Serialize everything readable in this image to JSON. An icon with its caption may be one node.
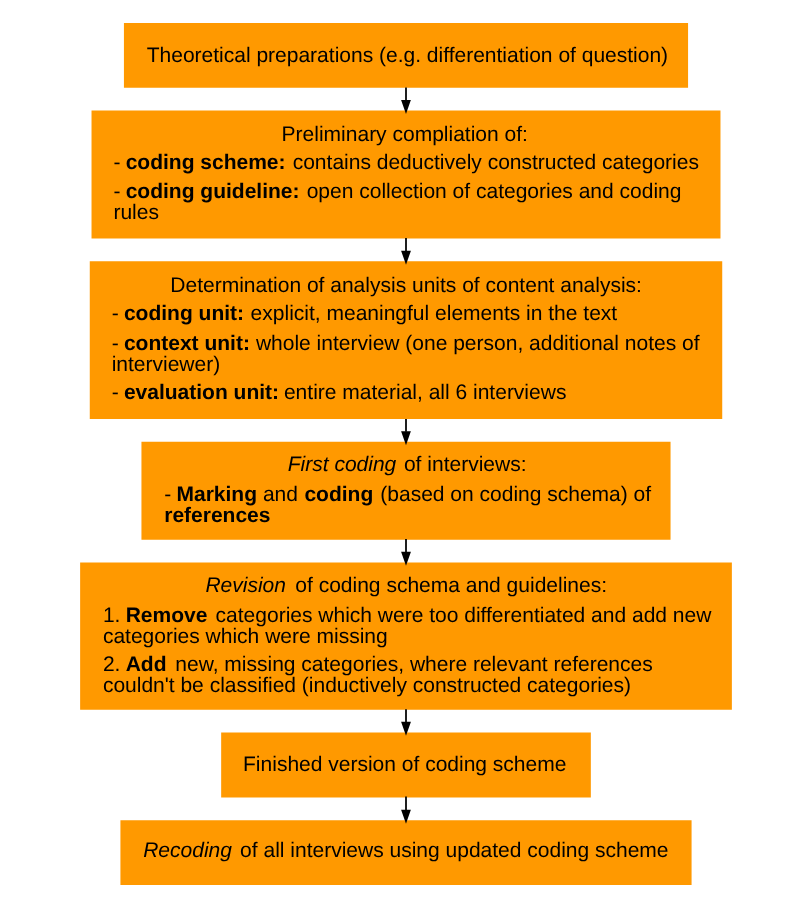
{
  "diagram": {
    "nodes": [
      {
        "text": [
          "Theoretical preparations (e.g. differentiation of question)"
        ]
      },
      {
        "text": [
          "Preliminary compliation of:",
          "- **coding scheme:** contains deductively constructed categories",
          "- **coding guideline:** open collection of categories and coding rules"
        ]
      },
      {
        "text": [
          "Determination of analysis units of content analysis:",
          "- **coding unit:** explicit, meaningful elements in the text",
          "- **context unit:** whole interview (one person, additional notes of interviewer)",
          "- **evaluation unit:** entire material, all 6 interviews"
        ]
      },
      {
        "text": [
          "*First coding* of interviews:",
          "- **Marking** and **coding** (based on coding schema) of **references**"
        ]
      },
      {
        "text": [
          "*Revision* of coding schema and guidelines:",
          "1. **Remove** categories which were too differentiated and add new categories which were missing",
          "2. **Add** new, missing categories, where relevant references couldn't be classified (inductively constructed categories)"
        ]
      },
      {
        "text": [
          "Finished version of coding scheme"
        ]
      },
      {
        "text": [
          "*Recoding* of all interviews using updated coding scheme"
        ]
      }
    ],
    "edges": [
      {
        "from": 0,
        "to": 1,
        "arrow": "to"
      },
      {
        "from": 1,
        "to": 2,
        "arrow": "to"
      },
      {
        "from": 2,
        "to": 3,
        "arrow": "to"
      },
      {
        "from": 3,
        "to": 4,
        "arrow": "to"
      },
      {
        "from": 4,
        "to": 5,
        "arrow": "to"
      },
      {
        "from": 5,
        "to": 6,
        "arrow": "to"
      }
    ]
  }
}
